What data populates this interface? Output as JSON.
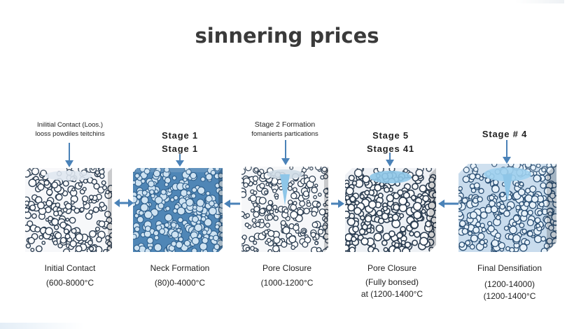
{
  "title": "sinnering prices",
  "top_labels": {
    "col1_line1": "Inilitial Contact (Loos.)",
    "col1_line2": "looss powdiles teitchins",
    "col2_line1": "Stage 1",
    "col2_line2": "Stage 1",
    "col3_line1": "Stage 2 Formation",
    "col3_line2": "fomanierts partications",
    "col4_line1": "Stage 5",
    "col4_line2": "Stages 41",
    "col5_line1": "Stage # 4"
  },
  "captions": [
    {
      "name": "Initial Contact",
      "lines": [
        "(600-8000°C"
      ]
    },
    {
      "name": "Neck Formation",
      "lines": [
        "(80)0-4000°C"
      ]
    },
    {
      "name": "Pore Closure",
      "lines": [
        "(1000-1200°C"
      ]
    },
    {
      "name": "Pore Closure",
      "lines": [
        "(Fully bonsed)",
        "at (1200-1400°C"
      ]
    },
    {
      "name": "Final Densifiation",
      "lines": [
        "(1200-14000)",
        "(1200-1400°C"
      ]
    }
  ],
  "colors": {
    "arrow": "#4a82b8",
    "cube_dark": "#2c3e52",
    "cube_blue": "#4f86b6",
    "highlight": "#8ec6e8"
  },
  "icons": [
    "down-arrow-icon",
    "double-arrow-icon",
    "right-arrow-icon",
    "left-arrow-icon"
  ]
}
